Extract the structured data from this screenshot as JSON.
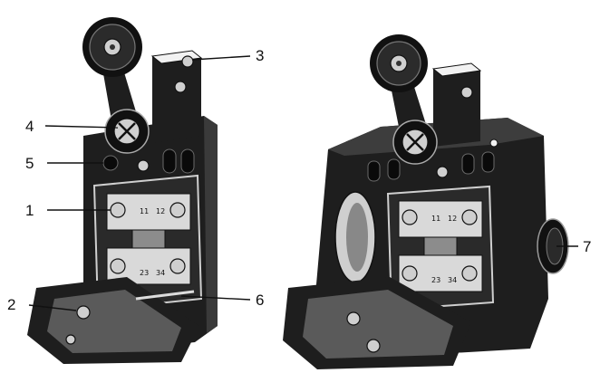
{
  "callouts": {
    "c1": "1",
    "c2": "2",
    "c3": "3",
    "c4": "4",
    "c5": "5",
    "c6": "6",
    "c7": "7"
  },
  "terminal_marks": {
    "t11": "11",
    "t12": "12",
    "t23": "23",
    "t34": "34"
  },
  "colors": {
    "ink": "#111111",
    "body": "#1e1e1e",
    "metal": "#d9d9d9",
    "background": "#ffffff"
  }
}
